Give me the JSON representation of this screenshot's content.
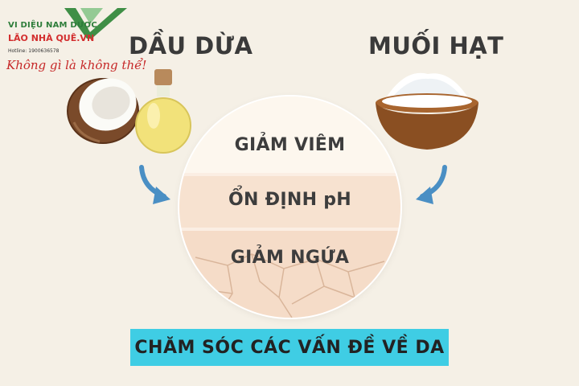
{
  "logo": {
    "line1": "VI DIỆU NAM DƯỢC",
    "line2": "LÃO NHÀ QUÊ.VN",
    "hotline": "Hotline: 1900636578",
    "slogan": "Không gì là không thể!"
  },
  "left": {
    "title": "DẦU DỪA"
  },
  "right": {
    "title": "MUỐI HẠT"
  },
  "benefits": [
    "GIẢM VIÊM",
    "ỔN ĐỊNH pH",
    "GIẢM NGỨA"
  ],
  "banner": {
    "text": "CHĂM SÓC CÁC VẤN ĐỀ VỀ DA"
  },
  "colors": {
    "background": "#f5f0e6",
    "banner": "#3fcde4",
    "arrow": "#4a8fc4",
    "logo_green": "#2e7d3a",
    "logo_red": "#d32f2f"
  },
  "icons": [
    "coconut-icon",
    "oil-bottle-icon",
    "salt-bowl-icon",
    "arrow-down-right-icon",
    "arrow-down-left-icon",
    "logo-v-icon"
  ]
}
